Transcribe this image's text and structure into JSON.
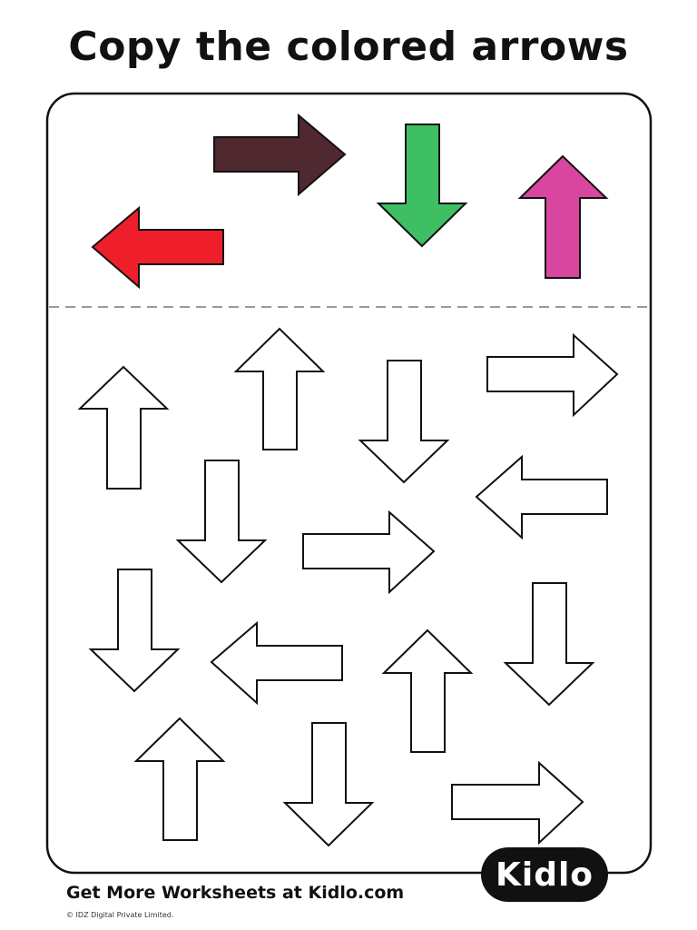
{
  "title": "Copy the colored arrows",
  "footer": {
    "text": "Get More Worksheets at Kidlo.com",
    "copyright": "© IDZ Digital Private Limited."
  },
  "logo": {
    "text": "Kidlo"
  },
  "colors": {
    "outline": "#111111",
    "divider": "#9a9a9a",
    "brown": "#4f2830",
    "green": "#3ebf63",
    "magenta": "#d9469f",
    "red": "#ee1f2b"
  },
  "colored_arrows": [
    {
      "id": "red",
      "direction": "left",
      "color": "#ee1f2b"
    },
    {
      "id": "brown",
      "direction": "right",
      "color": "#4f2830"
    },
    {
      "id": "green",
      "direction": "down",
      "color": "#3ebf63"
    },
    {
      "id": "magenta",
      "direction": "up",
      "color": "#d9469f"
    }
  ],
  "blank_arrows": [
    "up",
    "up",
    "down",
    "right",
    "left",
    "down",
    "right",
    "down",
    "left",
    "up",
    "down",
    "up",
    "down",
    "right"
  ]
}
